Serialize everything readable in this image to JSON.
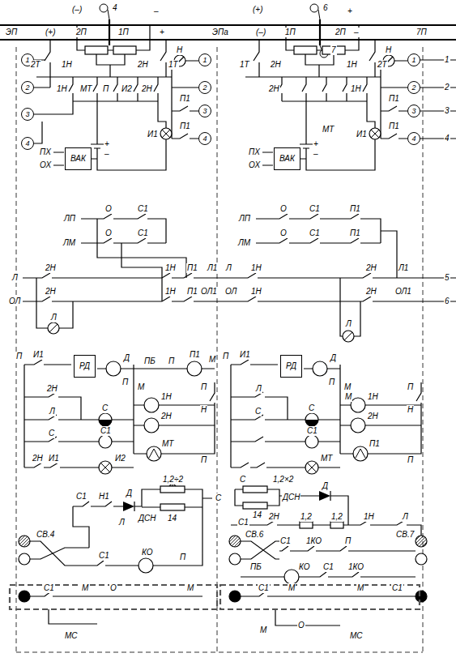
{
  "diagram": {
    "nodes": [
      {
        "text": [
          "1"
        ]
      },
      {
        "text": [
          "2"
        ]
      },
      {
        "text": [
          "3"
        ]
      },
      {
        "text": [
          "4"
        ]
      },
      {
        "text": [
          "1"
        ]
      },
      {
        "text": [
          "2"
        ]
      },
      {
        "text": [
          "3"
        ]
      },
      {
        "text": [
          "4"
        ]
      },
      {
        "text": [
          "1"
        ]
      },
      {
        "text": [
          "2"
        ]
      },
      {
        "text": [
          "3"
        ]
      },
      {
        "text": [
          "4"
        ]
      },
      {
        "text": [
          "ВАК"
        ]
      },
      {
        "text": [
          "ВАК"
        ]
      },
      {
        "text": [
          "РД"
        ]
      },
      {
        "text": [
          "РД"
        ]
      }
    ],
    "labels": [
      "(–)",
      "4",
      "–",
      "(+)",
      "6",
      "+",
      "ЭП",
      "(+)",
      "2П",
      "1П",
      "+",
      "ЭПа",
      "(–)",
      "1П",
      "2П",
      "–",
      "7П",
      "7",
      "2Т",
      "1Н",
      "2Н",
      "1Т",
      "1Н",
      "МТ",
      "П",
      "И2",
      "2Н",
      "Н",
      "П1",
      "П1",
      "ПХ",
      "ОХ",
      "И1",
      "+",
      "–",
      "1Т",
      "2Н",
      "1Н",
      "2Т",
      "2Н",
      "1Н",
      "Н",
      "П1",
      "П1",
      "1",
      "2",
      "3",
      "4",
      "ПХ",
      "ОХ",
      "+",
      "–",
      "МТ",
      "И1",
      "ЛП",
      "ЛМ",
      "О",
      "С1",
      "О",
      "С1",
      "ЛП",
      "ЛМ",
      "О",
      "С1",
      "П1",
      "О",
      "С1",
      "П1",
      "Л",
      "2Н",
      "ОЛ",
      "2Н",
      "Л",
      "1Н",
      "П1",
      "Л1",
      "1Н",
      "П1",
      "ОЛ1",
      "Л",
      "1Н",
      "ОЛ",
      "1Н",
      "2Н",
      "Л1",
      "5",
      "2Н",
      "ОЛ1",
      "6",
      "Л",
      "П",
      "И1",
      "Д",
      "П",
      "М",
      "ПБ",
      "П",
      "П1",
      "М",
      "2Н",
      "Л",
      "С",
      "1Н",
      "П",
      "Н",
      "2Н",
      "С",
      "С1",
      "МТ",
      "П",
      "2Н",
      "И1",
      "И2",
      "П",
      "И1",
      "Д",
      "П",
      "М",
      "Л",
      "С",
      "М",
      "1Н",
      "П",
      "Н",
      "С",
      "С1",
      "2Н",
      "МТ",
      "П1",
      "П",
      "1,2÷2",
      "С",
      "14",
      "С1",
      "Н1",
      "Д",
      "ДСН",
      "Л",
      "СВ.4",
      "С1",
      "КО",
      "П",
      "С1",
      "М",
      "О",
      "М",
      "МС",
      "С",
      "1,2×2",
      "Д",
      "ДСН",
      "14",
      "С1",
      "2Н",
      "1,2",
      "1,2",
      "1Н",
      "Л",
      "СВ.6",
      "СВ.7",
      "С1",
      "1КО",
      "П",
      "ПБ",
      "КО",
      "С1",
      "1КО",
      "С1",
      "М",
      "М",
      "С1",
      "М",
      "О",
      "МС"
    ]
  }
}
